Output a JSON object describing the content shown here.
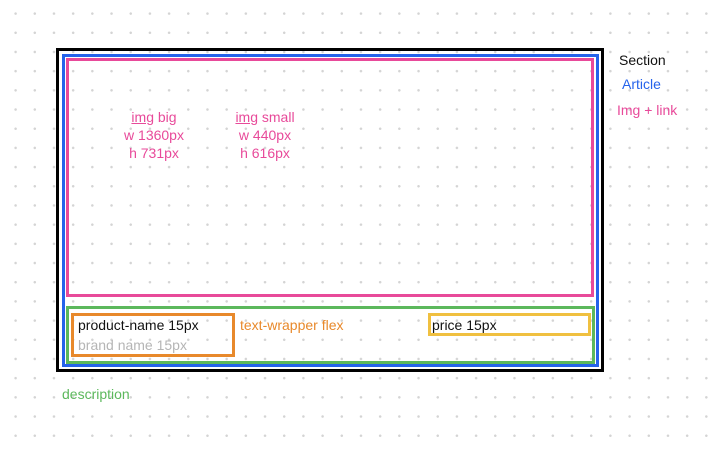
{
  "legend": {
    "section": "Section",
    "article": "Article",
    "img_link": "Img + link",
    "description": "description",
    "text_wrapper": "text-wrapper flex"
  },
  "content": {
    "product_name": "product-name 15px",
    "brand_name": "brand name 15px",
    "price": "price 15px"
  },
  "image_notes": {
    "big": {
      "word": "img",
      "suffix": " big",
      "width": "w 1360px",
      "height": "h 731px"
    },
    "small": {
      "word": "img",
      "suffix": " small",
      "width": "w 440px",
      "height": "h 616px"
    }
  },
  "colors": {
    "section": "#000000",
    "article": "#2563eb",
    "img_link": "#e84a9a",
    "description": "#5cb85c",
    "text_wrapper": "#e8892b",
    "price": "#f0c040",
    "brand_name": "#b5b5b5"
  }
}
